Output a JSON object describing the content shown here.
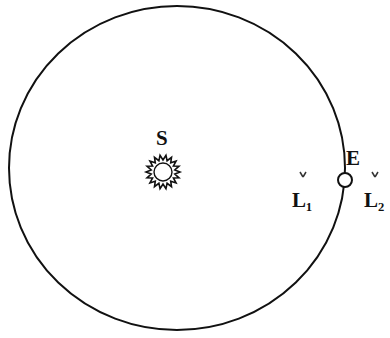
{
  "diagram": {
    "labels": [
      "S",
      "E",
      "L₁",
      "L₂"
    ]
  }
}
